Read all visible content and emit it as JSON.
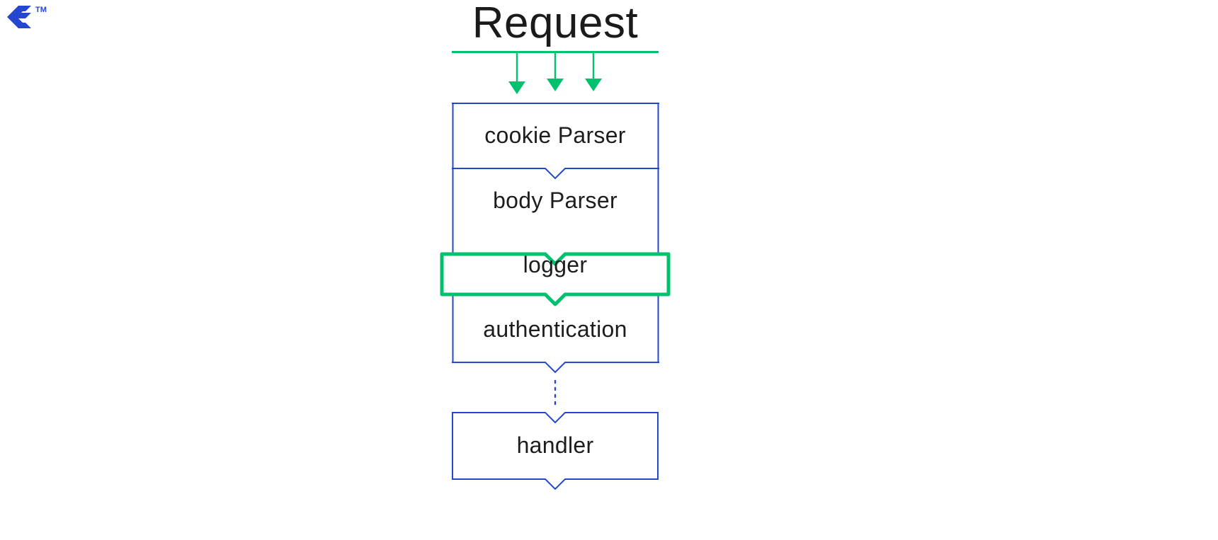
{
  "brand": {
    "logo_icon": "toptal-chevron-logo",
    "trademark_mark": "TM",
    "logo_color": "#2547D0"
  },
  "diagram": {
    "title": "Request",
    "type": "middleware-pipeline-flow",
    "colors": {
      "accent_blue": "#2547D0",
      "accent_green": "#00C16E",
      "text": "#1d1d1d",
      "background": "#ffffff"
    },
    "request_bus": {
      "label": "Request",
      "line_color": "#00C16E",
      "arrow_count": 3,
      "arrow_color": "#00C16E"
    },
    "stages": [
      {
        "id": "cookie-parser",
        "label": "cookie Parser",
        "border_color": "#2547D0",
        "highlighted": false
      },
      {
        "id": "body-parser",
        "label": "body Parser",
        "border_color": "#2547D0",
        "highlighted": false
      },
      {
        "id": "logger",
        "label": "logger",
        "border_color": "#00C16E",
        "highlighted": true
      },
      {
        "id": "authentication",
        "label": "authentication",
        "border_color": "#2547D0",
        "highlighted": false
      },
      {
        "id": "handler",
        "label": "handler",
        "border_color": "#2547D0",
        "highlighted": false
      }
    ],
    "connector": {
      "style": "dotted",
      "color": "#2547D0",
      "between": [
        "authentication",
        "handler"
      ]
    }
  }
}
